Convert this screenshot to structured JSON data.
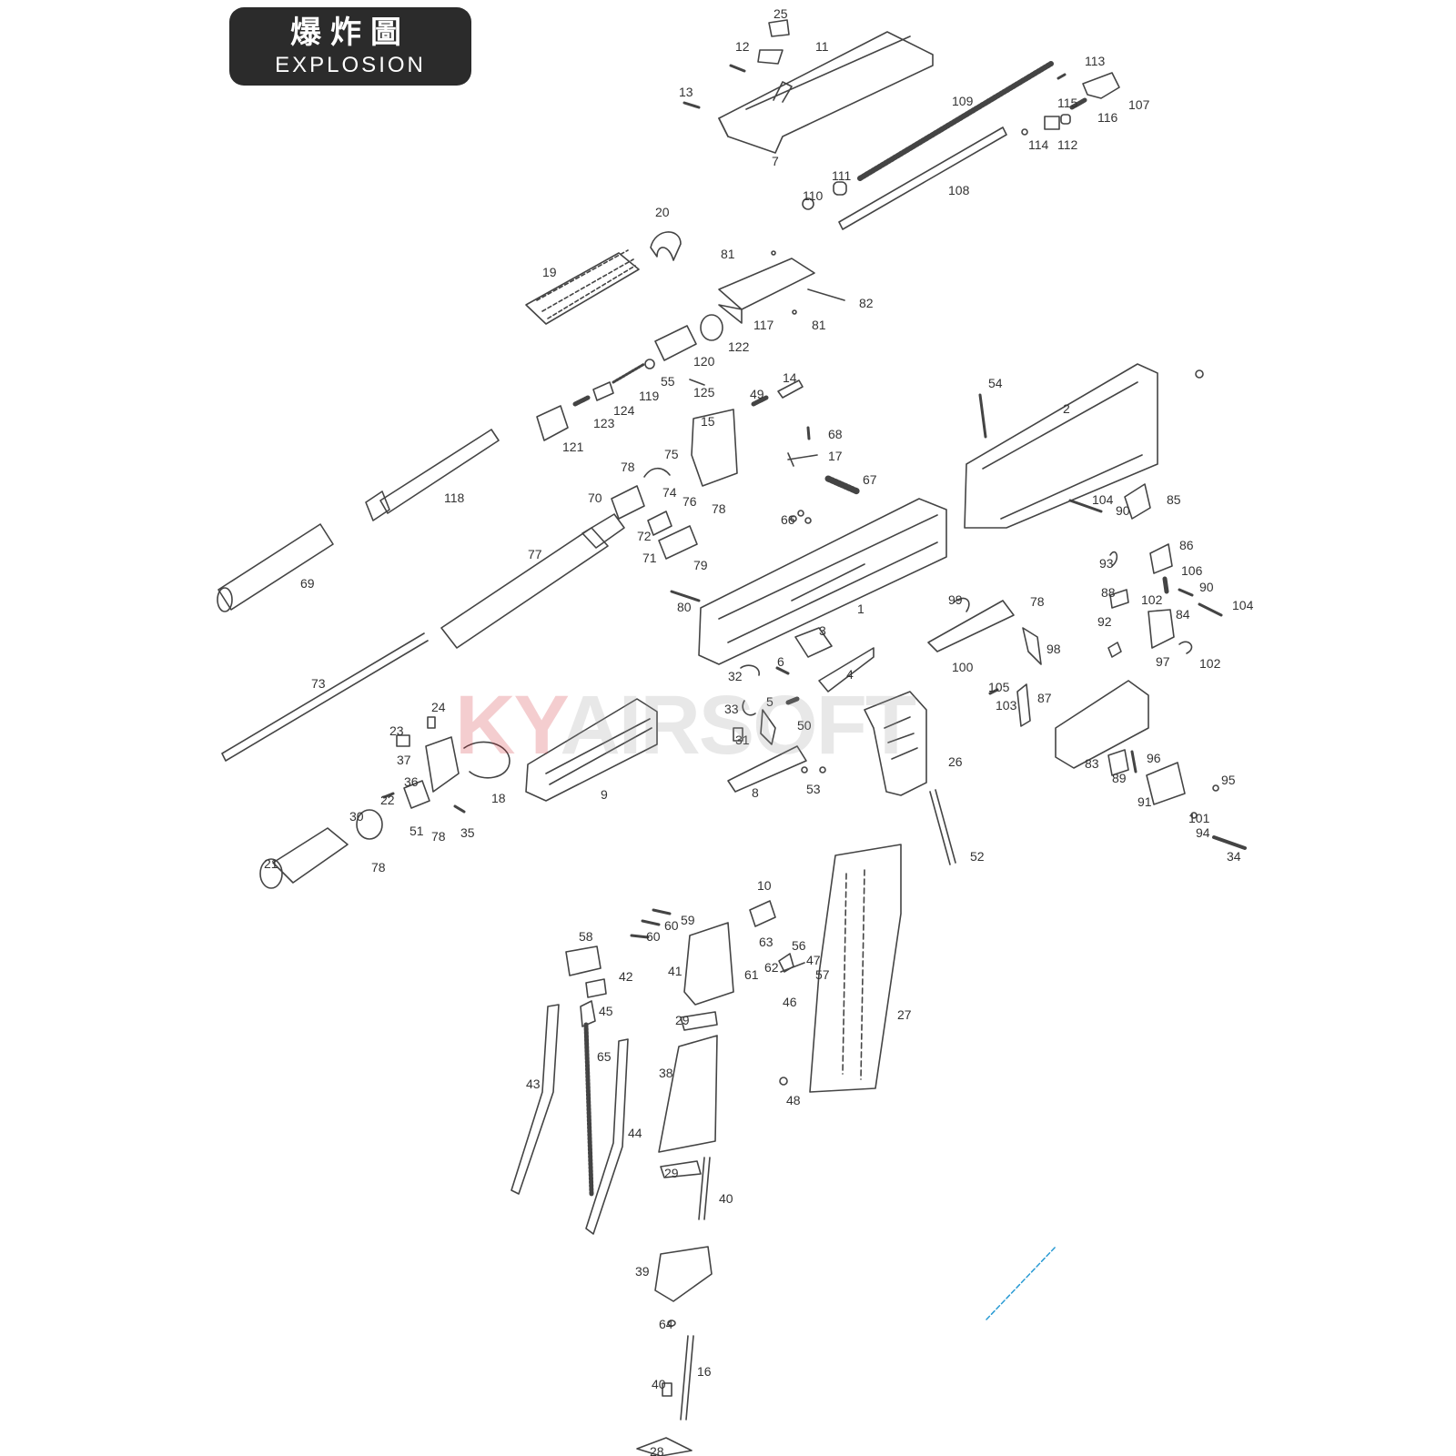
{
  "title": {
    "chinese": "爆炸圖",
    "english": "EXPLOSION"
  },
  "watermark": {
    "part1": "KY",
    "part2": "AIRSOFT"
  },
  "colors": {
    "line": "#444444",
    "badge": "#2b2b2b",
    "watermark_red": "#d0202a",
    "watermark_gray": "#9a9a9a"
  },
  "callouts": [
    "25",
    "12",
    "11",
    "13",
    "7",
    "113",
    "107",
    "109",
    "115",
    "116",
    "114",
    "112",
    "111",
    "110",
    "108",
    "20",
    "19",
    "81",
    "82",
    "117",
    "81",
    "122",
    "120",
    "55",
    "125",
    "119",
    "124",
    "123",
    "121",
    "14",
    "49",
    "15",
    "54",
    "2",
    "118",
    "69",
    "78",
    "75",
    "74",
    "70",
    "76",
    "72",
    "71",
    "79",
    "78",
    "77",
    "68",
    "17",
    "67",
    "66",
    "80",
    "1",
    "3",
    "6",
    "4",
    "32",
    "5",
    "50",
    "33",
    "31",
    "8",
    "53",
    "26",
    "52",
    "73",
    "24",
    "23",
    "37",
    "36",
    "22",
    "51",
    "78",
    "35",
    "18",
    "9",
    "30",
    "78",
    "21",
    "104",
    "90",
    "85",
    "93",
    "86",
    "106",
    "88",
    "102",
    "90",
    "104",
    "92",
    "84",
    "99",
    "78",
    "100",
    "98",
    "97",
    "102",
    "105",
    "103",
    "87",
    "83",
    "89",
    "96",
    "91",
    "101",
    "95",
    "94",
    "34",
    "10",
    "60",
    "59",
    "60",
    "58",
    "63",
    "56",
    "62",
    "47",
    "61",
    "57",
    "41",
    "42",
    "46",
    "45",
    "29",
    "27",
    "65",
    "38",
    "48",
    "43",
    "44",
    "29",
    "40",
    "39",
    "64",
    "16",
    "40",
    "28"
  ]
}
